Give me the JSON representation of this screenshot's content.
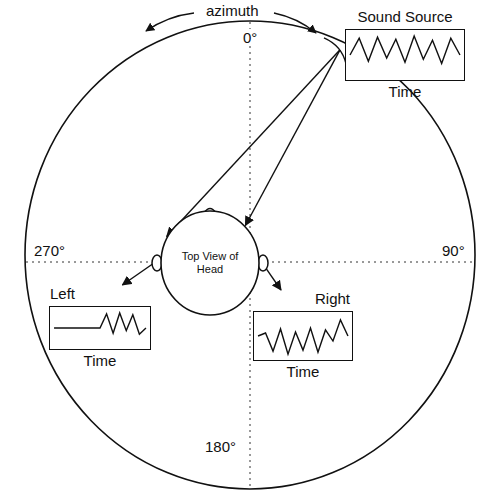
{
  "diagram": {
    "nodes": [
      {
        "text": [
          "Sound Source",
          "Time"
        ]
      },
      {
        "text": [
          "Top View of Head"
        ]
      },
      {
        "text": [
          "Left",
          "Time"
        ]
      },
      {
        "text": [
          "Right",
          "Time"
        ]
      }
    ],
    "edges": [
      {
        "from": 0,
        "to": 1,
        "arrow": "to"
      },
      {
        "from": 0,
        "to": 1,
        "arrow": "to"
      },
      {
        "from": 1,
        "to": 2,
        "arrow": "to"
      },
      {
        "from": 1,
        "to": 3,
        "arrow": "to"
      }
    ],
    "labels": [
      "azimuth",
      "0°",
      "90°",
      "180°",
      "270°"
    ]
  }
}
